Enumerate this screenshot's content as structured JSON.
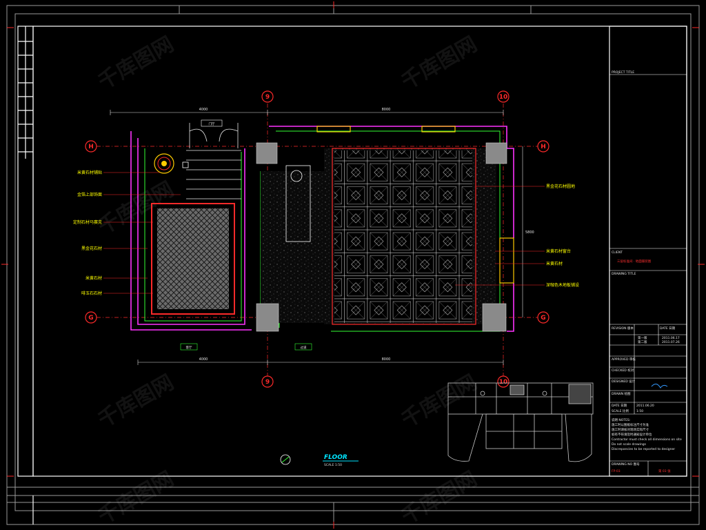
{
  "drawing": {
    "left_labels": [
      "米黄石材铺贴",
      "金箔上部饰面",
      "定制石材马赛克",
      "黑金花石材",
      "米黄石材",
      "啡玉石石材"
    ],
    "right_labels": [
      "黑金花石材圆地",
      "米黄石材窗台",
      "米黄石材",
      "深咖色木地板铺设"
    ],
    "axis_labels": {
      "top_left": "9",
      "top_right": "10",
      "left_top": "H",
      "left_bottom": "G",
      "right_top": "H",
      "right_bottom": "G",
      "bottom_left": "9",
      "bottom_right": "10"
    },
    "dims": {
      "top_left": "4000",
      "top_right": "8000",
      "bottom_left": "4000",
      "bottom_right": "8000",
      "right_vertical": "5800"
    },
    "room_tags": [
      "门厅",
      "过道",
      "客厅"
    ],
    "title_text": "FLOOR",
    "title_scale": "SCALE  1:50"
  },
  "title_block": {
    "project_title": "PROJECT TITLE",
    "drawing_title_label": "DRAWING TITLE",
    "drawing_title_value": "三层标准间 · 地面铺装图",
    "client_label": "CLIENT",
    "revision_label": "REVISION 版本",
    "revision_value": "DATE 日期",
    "rev1": "第一版",
    "rev1_date": "2011.06.17",
    "rev2": "第二版",
    "rev2_date": "2011.07.26",
    "approved_label": "APPROVED 审核",
    "checked_label": "CHECKED 校对",
    "designed_label": "DESIGNED 设计",
    "drawn_label": "DRAWN 绘图",
    "date_label": "DATE 日期",
    "date_value": "2011.06.20",
    "scale_label": "SCALE 比例",
    "scale_value": "1:50",
    "notes": [
      "说明 NOTES:",
      "施工时以图纸标注尺寸为准",
      "施工时请核对现场实际尺寸",
      "如有不符请及时通知设计单位",
      "Contractor must check all dimensions on site",
      "Do not scale drawings",
      "Discrepancies to be reported to designer"
    ],
    "drawing_no_label": "DRAWING NO 图号",
    "drawing_no": "FP-03",
    "sheet_no": "第 03 张"
  },
  "watermark": "千库图网"
}
